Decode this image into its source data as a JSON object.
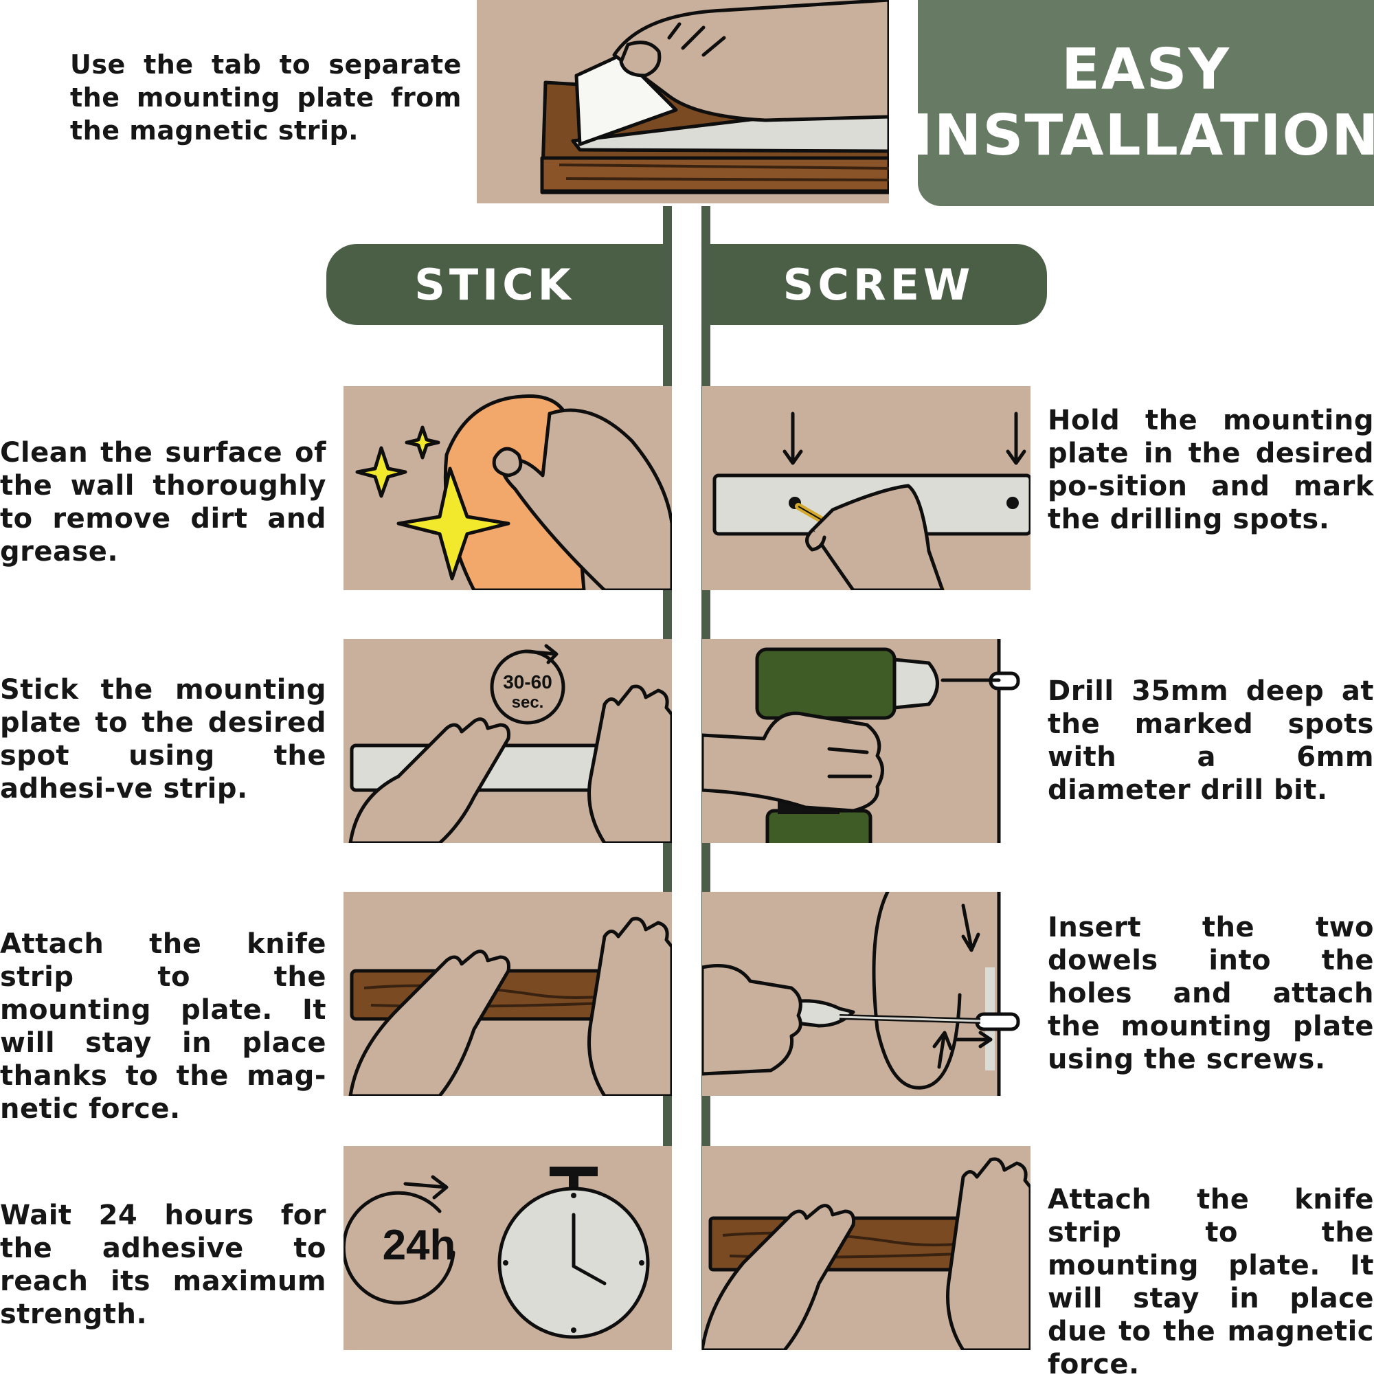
{
  "title": {
    "line1": "EASY",
    "line2": "INSTALLATION"
  },
  "intro": {
    "text": "Use the tab to separate the mounting plate from the magnetic strip."
  },
  "labels": {
    "stick": "STICK",
    "screw": "SCREW"
  },
  "stick_steps": [
    {
      "text": "Clean the surface of the wall thoroughly to remove dirt and grease."
    },
    {
      "text": "Stick the mounting plate to the desired spot using the adhesi-ve strip."
    },
    {
      "text": "Attach the knife strip to the mounting plate. It will stay in place thanks to the mag-netic force."
    },
    {
      "text": "Wait 24 hours for the adhesive to reach its maximum strength."
    }
  ],
  "screw_steps": [
    {
      "text": "Hold the mounting plate in the desired po-sition and mark the drilling spots."
    },
    {
      "text": "Drill 35mm deep at the marked spots with a 6mm diameter drill bit."
    },
    {
      "text": "Insert the two dowels into the holes and attach the mounting plate using the screws."
    },
    {
      "text": "Attach the knife strip to the mounting plate. It will stay in place due to the magnetic force."
    }
  ],
  "badges": {
    "press_time": "30-60",
    "press_unit": "sec.",
    "wait_time": "24h"
  },
  "colors": {
    "panel": "#c9b09c",
    "title_bg": "#677a64",
    "pill_bg": "#4b5f47",
    "line": "#4c5e49",
    "wood": "#7a4a22",
    "plate": "#dcdcd7",
    "cloth": "#f3a86b",
    "sparkle": "#f2e92c",
    "drill": "#3f5b26"
  },
  "icons": {
    "intro": "peel-tab-icon",
    "clean": "cloth-sparkle-icon",
    "stick": "press-plate-icon",
    "attach": "attach-strip-icon",
    "wait": "stopwatch-icon",
    "mark": "pencil-mark-icon",
    "drill": "drill-icon",
    "screw": "screwdriver-icon",
    "attach2": "attach-strip-icon"
  }
}
